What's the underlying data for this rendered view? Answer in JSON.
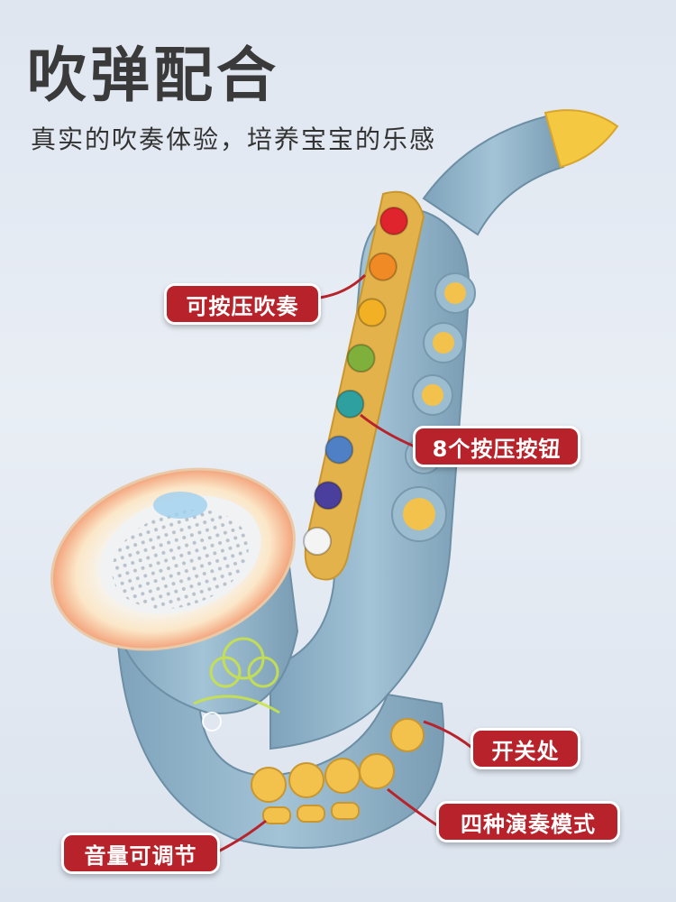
{
  "header": {
    "title": "吹弹配合",
    "subtitle": "真实的吹奏体验，培养宝宝的乐感"
  },
  "callouts": {
    "press_blow": "可按压吹奏",
    "eight_buttons": "8个按压按钮",
    "power_switch": "开关处",
    "four_modes": "四种演奏模式",
    "volume": "音量可调节"
  },
  "colors": {
    "callout_bg": "#b8232b",
    "sax_body": "#8fb3c9",
    "key_plate": "#e3b24a",
    "mouthpiece": "#f5c842"
  },
  "keys": [
    {
      "name": "red-key",
      "color": "#e0242e"
    },
    {
      "name": "orange-key",
      "color": "#f08a24"
    },
    {
      "name": "amber-key",
      "color": "#f2b124"
    },
    {
      "name": "green-key",
      "color": "#7fb03c"
    },
    {
      "name": "teal-key",
      "color": "#2fa0a0"
    },
    {
      "name": "blue-key",
      "color": "#4f7fc4"
    },
    {
      "name": "purple-key",
      "color": "#4a3f9c"
    },
    {
      "name": "white-key",
      "color": "#f4f4f4"
    }
  ]
}
